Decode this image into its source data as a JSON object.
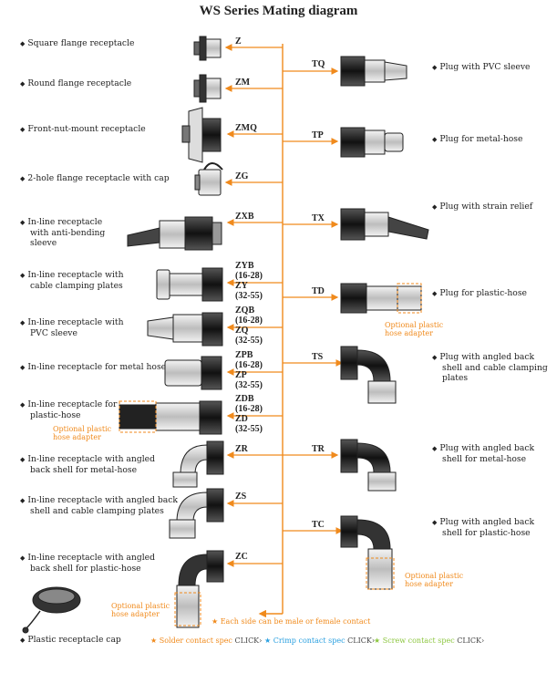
{
  "title": "WS  Series Mating diagram",
  "accent_color": "#f08a1c",
  "bullet": "◆",
  "left_items": [
    {
      "label_lines": [
        "Square flange receptacle"
      ],
      "code_lines": [
        "Z"
      ]
    },
    {
      "label_lines": [
        "Round flange receptacle"
      ],
      "code_lines": [
        "ZM"
      ]
    },
    {
      "label_lines": [
        "Front-nut-mount receptacle"
      ],
      "code_lines": [
        "ZMQ"
      ]
    },
    {
      "label_lines": [
        "2-hole flange receptacle with cap"
      ],
      "code_lines": [
        "ZG"
      ]
    },
    {
      "label_lines": [
        "In-line receptacle",
        "with anti-bending",
        "sleeve"
      ],
      "code_lines": [
        "ZXB"
      ]
    },
    {
      "label_lines": [
        "In-line receptacle with",
        "cable clamping plates"
      ],
      "code_lines": [
        "ZYB",
        "(16-28)",
        "ZY",
        "(32-55)"
      ]
    },
    {
      "label_lines": [
        "In-line receptacle with",
        "PVC sleeve"
      ],
      "code_lines": [
        "ZQB",
        "(16-28)",
        "ZQ",
        "(32-55)"
      ]
    },
    {
      "label_lines": [
        "In-line receptacle for metal hose"
      ],
      "code_lines": [
        "ZPB",
        "(16-28)",
        "ZP",
        "(32-55)"
      ]
    },
    {
      "label_lines": [
        "In-line receptacle for",
        "plastic-hose"
      ],
      "code_lines": [
        "ZDB",
        "(16-28)",
        "ZD",
        "(32-55)"
      ]
    },
    {
      "label_lines": [
        "In-line receptacle with angled",
        "back shell for metal-hose"
      ],
      "code_lines": [
        "ZR"
      ]
    },
    {
      "label_lines": [
        "In-line receptacle with angled back",
        "shell and cable clamping plates"
      ],
      "code_lines": [
        "ZS"
      ]
    },
    {
      "label_lines": [
        "In-line receptacle with angled",
        "back shell for plastic-hose"
      ],
      "code_lines": [
        "ZC"
      ]
    },
    {
      "label_lines": [
        "Plastic receptacle cap"
      ],
      "code_lines": []
    }
  ],
  "right_items": [
    {
      "label_lines": [
        "Plug with PVC sleeve"
      ],
      "code": "TQ"
    },
    {
      "label_lines": [
        "Plug for metal-hose"
      ],
      "code": "TP"
    },
    {
      "label_lines": [
        "Plug with strain relief"
      ],
      "code": "TX"
    },
    {
      "label_lines": [
        "Plug for plastic-hose"
      ],
      "code": "TD"
    },
    {
      "label_lines": [
        "Plug with angled back",
        "shell and cable clamping",
        "plates"
      ],
      "code": "TS"
    },
    {
      "label_lines": [
        "Plug with angled back",
        "shell for metal-hose"
      ],
      "code": "TR"
    },
    {
      "label_lines": [
        "Plug with angled back",
        "shell for plastic-hose"
      ],
      "code": "TC"
    }
  ],
  "adapter_notes": {
    "left_zd": [
      "Optional plastic",
      "hose adapter"
    ],
    "right_td": [
      "Optional plastic",
      "hose adapter"
    ],
    "right_tc": [
      "Optional plastic",
      "hose adapter"
    ],
    "left_zc": [
      "Optional plastic",
      "hose adapter"
    ]
  },
  "footnote": "★ Each side can be male or female contact",
  "specs": [
    {
      "star": "★",
      "star_color": "#f08a1c",
      "text": "Solder contact spec",
      "text_color": "#f08a1c",
      "click": "CLICK",
      "arrow": "›"
    },
    {
      "star": "★",
      "star_color": "#2aa0e0",
      "text": "Crimp contact spec",
      "text_color": "#2aa0e0",
      "click": "CLICK",
      "arrow": "›"
    },
    {
      "star": "★",
      "star_color": "#8cc63f",
      "text": "Screw contact spec",
      "text_color": "#8cc63f",
      "click": "CLICK",
      "arrow": "›"
    }
  ]
}
